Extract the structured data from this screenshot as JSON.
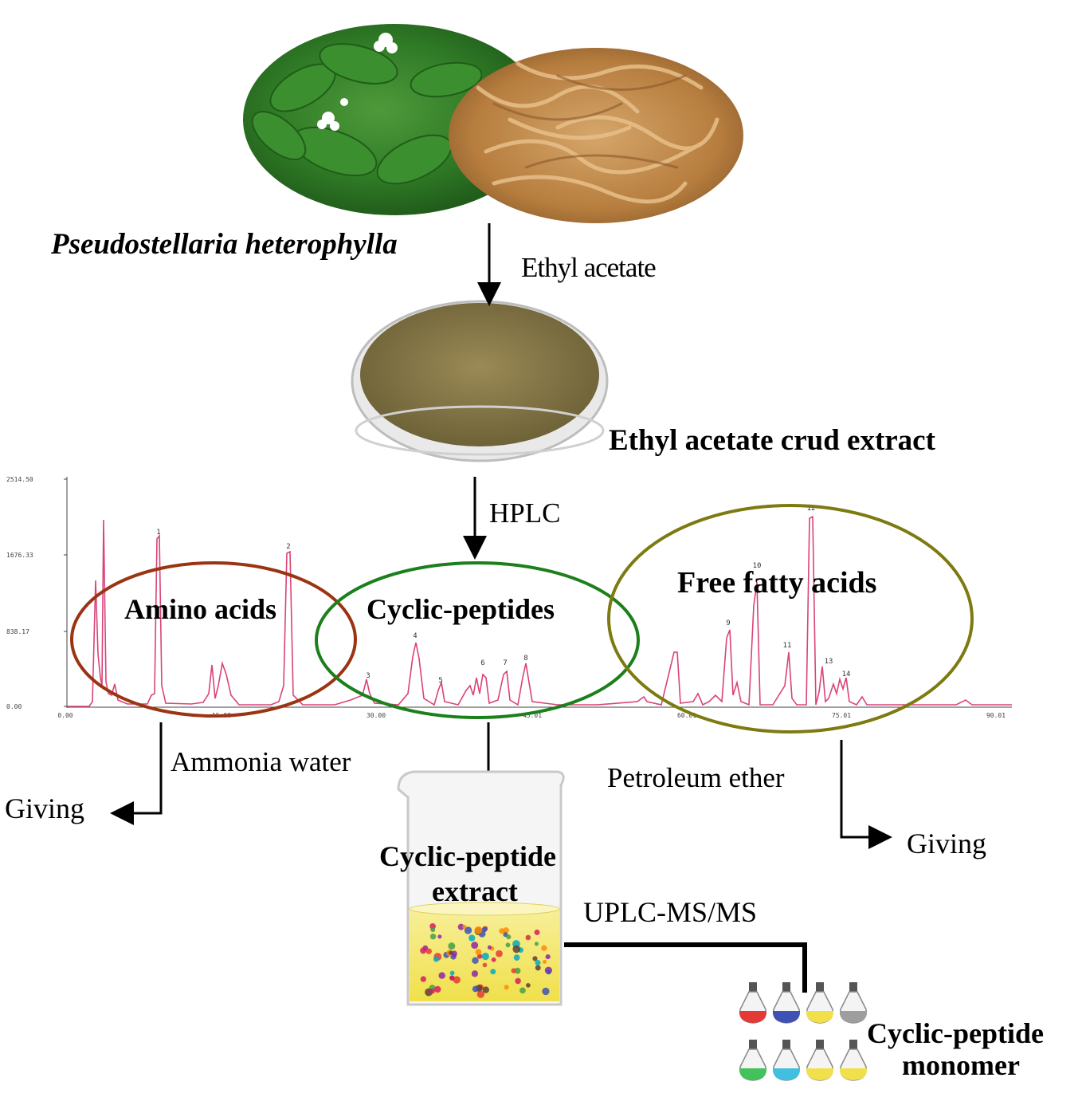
{
  "labels": {
    "species": "Pseudostellaria heterophylla",
    "solvent_step": "Ethyl acetate",
    "crude_extract": "Ethyl acetate crud extract",
    "hplc_step": "HPLC",
    "group_amino": "Amino acids",
    "group_peptides": "Cyclic-peptides",
    "group_fatty": "Free fatty acids",
    "ammonia_step": "Ammonia water",
    "giving_left": "Giving",
    "petroleum_step": "Petroleum ether",
    "giving_right": "Giving",
    "peptide_extract_line1": "Cyclic-peptide",
    "peptide_extract_line2": "extract",
    "uplc_step": "UPLC-MS/MS",
    "monomer_line1": "Cyclic-peptide",
    "monomer_line2": "monomer"
  },
  "chromatogram": {
    "y_ticks": [
      "2514.50",
      "1676.33",
      "838.17",
      "0.00"
    ],
    "x_ticks": [
      "0.00",
      "15.00",
      "30.00",
      "45.01",
      "60.01",
      "75.01",
      "90.01"
    ],
    "peak_labels": [
      "1",
      "2",
      "3",
      "4",
      "5",
      "6",
      "7",
      "8",
      "9",
      "10",
      "11",
      "12",
      "13",
      "14"
    ]
  },
  "colors": {
    "amino_ellipse": "#9a3412",
    "peptide_ellipse": "#1b7f1b",
    "fatty_ellipse": "#7d7a12",
    "trace": "#d9437a",
    "flask_colors": [
      "#e53935",
      "#3f51b5",
      "#f2e04a",
      "#9e9e9e",
      "#43c15a",
      "#40c0e0",
      "#f2e04a",
      "#f2e04a"
    ]
  },
  "icons": [
    "leaf-photo-icon",
    "root-photo-icon",
    "powder-dish-icon",
    "beaker-icon",
    "flask-icon"
  ]
}
